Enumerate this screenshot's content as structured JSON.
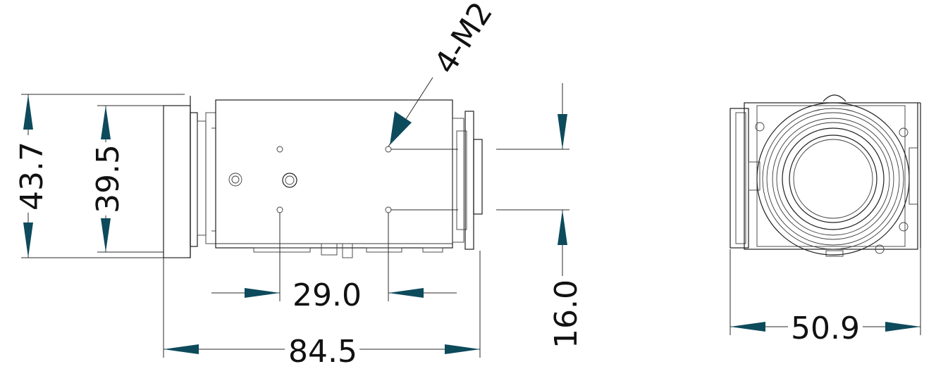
{
  "dimensions": {
    "height_outer": "43.7",
    "height_inner": "39.5",
    "hole_spacing_h": "29.0",
    "overall_length": "84.5",
    "hole_spacing_v": "16.0",
    "front_width": "50.9"
  },
  "callouts": {
    "mount_holes": "4-M2"
  },
  "colors": {
    "arrow": "#0d4a5c",
    "line": "#1f1f1f"
  }
}
